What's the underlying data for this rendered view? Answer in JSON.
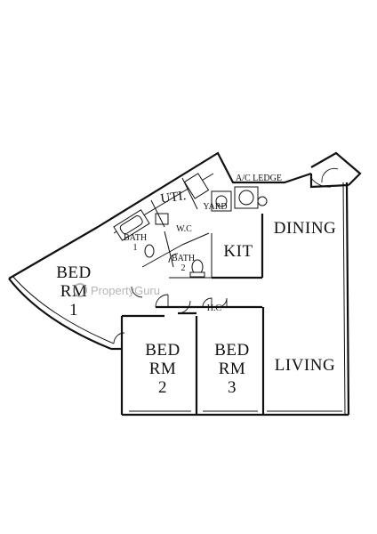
{
  "rooms": {
    "bed1": {
      "line1": "BED",
      "line2": "RM",
      "line3": "1"
    },
    "bed2": {
      "line1": "BED",
      "line2": "RM",
      "line3": "2"
    },
    "bed3": {
      "line1": "BED",
      "line2": "RM",
      "line3": "3"
    },
    "living": "LIVING",
    "dining": "DINING",
    "kitchen": "KIT",
    "utility": "UTI.",
    "yard": "YARD",
    "ac_ledge": "A/C LEDGE",
    "bath1": {
      "line1": "BATH",
      "line2": "1"
    },
    "bath2": {
      "line1": "BATH",
      "line2": "2"
    },
    "wc": "W.C",
    "hc": "H.C"
  },
  "watermark": {
    "text": "PropertyGuru",
    "icon": "propertyguru-logo-icon"
  }
}
